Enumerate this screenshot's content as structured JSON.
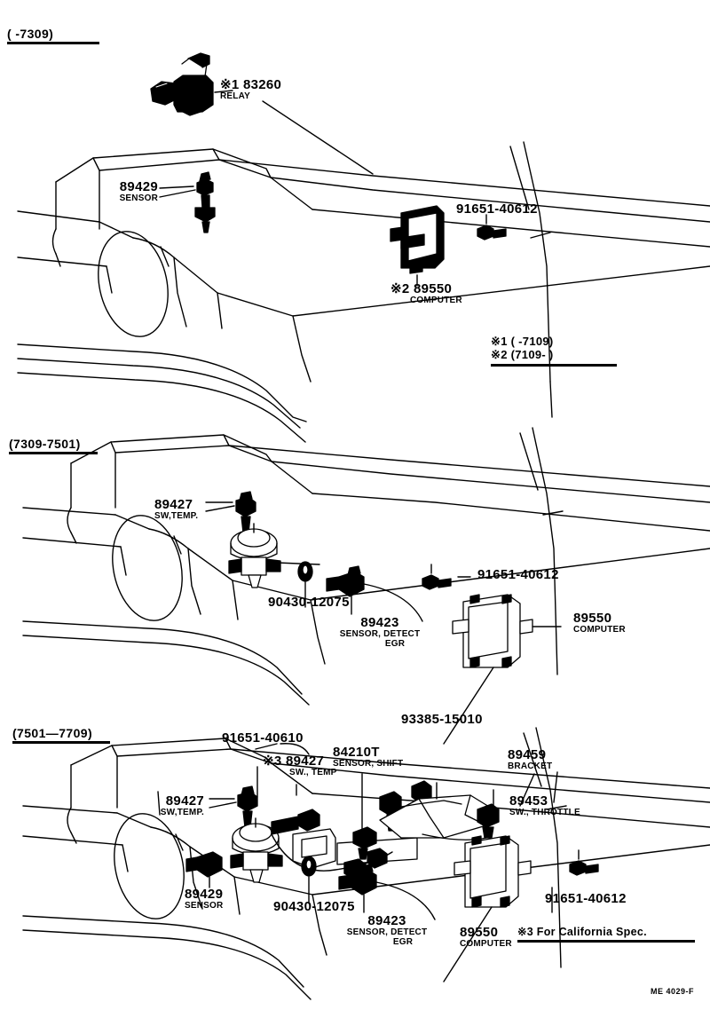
{
  "document": {
    "type": "parts-diagram",
    "footer_code": "ME 4029-F"
  },
  "sections": [
    {
      "id": "section-1",
      "header": "(      -7309)",
      "labels": [
        {
          "id": "relay",
          "number": "※1 83260",
          "sub": "RELAY"
        },
        {
          "id": "sensor",
          "number": "89429",
          "sub": "SENSOR"
        },
        {
          "id": "bolt",
          "number": "91651-40612",
          "sub": ""
        },
        {
          "id": "computer",
          "number": "※2 89550",
          "sub": "COMPUTER"
        }
      ],
      "notes": {
        "line1": "※1 (      -7109)",
        "line2": "※2 (7109-        )"
      }
    },
    {
      "id": "section-2",
      "header": "(7309-7501)",
      "labels": [
        {
          "id": "sw-temp",
          "number": "89427",
          "sub": "SW,TEMP."
        },
        {
          "id": "grommet",
          "number": "90430-12075",
          "sub": ""
        },
        {
          "id": "sensor-egr",
          "number": "89423",
          "sub": "SENSOR, DETECT",
          "sub2": "EGR"
        },
        {
          "id": "bolt",
          "number": "91651-40612",
          "sub": ""
        },
        {
          "id": "computer",
          "number": "89550",
          "sub": "COMPUTER"
        }
      ]
    },
    {
      "id": "section-3",
      "header": "(7501—7709)",
      "labels": [
        {
          "id": "bolt-upper",
          "number": "91651-40610",
          "sub": ""
        },
        {
          "id": "sw-temp-cal",
          "number": "※3 89427",
          "sub": "SW., TEMP"
        },
        {
          "id": "sensor-shift",
          "number": "84210T",
          "sub": "SENSOR, SHIFT"
        },
        {
          "id": "screw",
          "number": "93385-15010",
          "sub": ""
        },
        {
          "id": "bracket",
          "number": "89459",
          "sub": "BRACKET"
        },
        {
          "id": "sw-throttle",
          "number": "89453",
          "sub": "SW., THROTTLE"
        },
        {
          "id": "sw-temp",
          "number": "89427",
          "sub": "SW,TEMP."
        },
        {
          "id": "sensor",
          "number": "89429",
          "sub": "SENSOR"
        },
        {
          "id": "grommet",
          "number": "90430-12075",
          "sub": ""
        },
        {
          "id": "sensor-egr",
          "number": "89423",
          "sub": "SENSOR, DETECT",
          "sub2": "EGR"
        },
        {
          "id": "computer",
          "number": "89550",
          "sub": "COMPUTER"
        },
        {
          "id": "bolt-lower",
          "number": "91651-40612",
          "sub": ""
        }
      ],
      "notes": {
        "california": "※3 For California Spec."
      }
    }
  ]
}
